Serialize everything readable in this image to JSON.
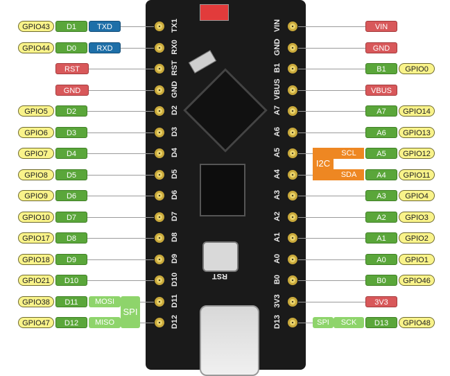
{
  "left_pins": [
    {
      "gpio": "GPIO43",
      "d": "D1",
      "alt": "TXD",
      "alt_color": "blue"
    },
    {
      "gpio": "GPIO44",
      "d": "D0",
      "alt": "RXD",
      "alt_color": "blue"
    },
    {
      "special": "RST"
    },
    {
      "special": "GND"
    },
    {
      "gpio": "GPIO5",
      "d": "D2"
    },
    {
      "gpio": "GPIO6",
      "d": "D3"
    },
    {
      "gpio": "GPIO7",
      "d": "D4"
    },
    {
      "gpio": "GPIO8",
      "d": "D5"
    },
    {
      "gpio": "GPIO9",
      "d": "D6"
    },
    {
      "gpio": "GPIO10",
      "d": "D7"
    },
    {
      "gpio": "GPIO17",
      "d": "D8"
    },
    {
      "gpio": "GPIO18",
      "d": "D9"
    },
    {
      "gpio": "GPIO21",
      "d": "D10"
    },
    {
      "gpio": "GPIO38",
      "d": "D11",
      "alt": "MOSI",
      "alt_color": "lightgreen"
    },
    {
      "gpio": "GPIO47",
      "d": "D12",
      "alt": "MISO",
      "alt_color": "lightgreen"
    }
  ],
  "left_group_label": "SPI",
  "right_pins": [
    {
      "special": "VIN"
    },
    {
      "special": "GND"
    },
    {
      "a": "B1",
      "gpio": "GPIO0"
    },
    {
      "special": "VBUS"
    },
    {
      "a": "A7",
      "gpio": "GPIO14"
    },
    {
      "a": "A6",
      "gpio": "GPIO13"
    },
    {
      "a": "A5",
      "gpio": "GPIO12",
      "alt": "SCL"
    },
    {
      "a": "A4",
      "gpio": "GPIO11",
      "alt": "SDA"
    },
    {
      "a": "A3",
      "gpio": "GPIO4"
    },
    {
      "a": "A2",
      "gpio": "GPIO3"
    },
    {
      "a": "A1",
      "gpio": "GPIO2"
    },
    {
      "a": "A0",
      "gpio": "GPIO1"
    },
    {
      "a": "B0",
      "gpio": "GPIO46"
    },
    {
      "special": "3V3"
    },
    {
      "a": "D13",
      "gpio": "GPIO48",
      "alt": "SCK",
      "group": "SPI"
    }
  ],
  "right_group_label": "I2C",
  "silkscreen_left": [
    "TX1",
    "RX0",
    "RST",
    "GND",
    "D2",
    "D3",
    "D4",
    "D5",
    "D6",
    "D7",
    "D8",
    "D9",
    "D10",
    "D11",
    "D12"
  ],
  "silkscreen_right": [
    "VIN",
    "GND",
    "B1",
    "VBUS",
    "A7",
    "A6",
    "A5",
    "A4",
    "A3",
    "A2",
    "A1",
    "A0",
    "B0",
    "3V3",
    "D13"
  ],
  "board_rst_label": "RST"
}
